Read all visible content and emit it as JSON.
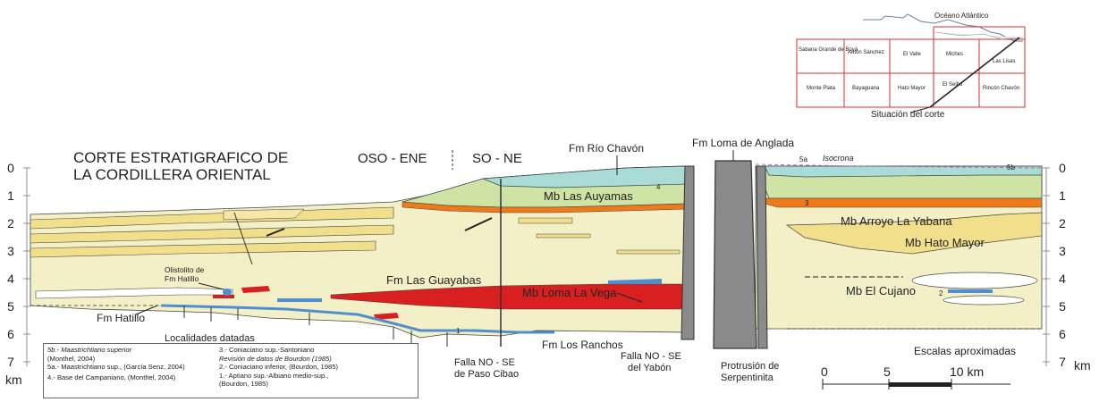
{
  "title_line1": "CORTE ESTRATIGRAFICO DE",
  "title_line2": "LA CORDILLERA ORIENTAL",
  "orientation_1": "OSO - ENE",
  "orientation_2": "SO - NE",
  "depth_ticks": [
    "0",
    "1",
    "2",
    "3",
    "4",
    "5",
    "6",
    "7"
  ],
  "depth_unit": "km",
  "formations": {
    "rio_chavon": "Fm Río Chavón",
    "loma_de_anglada": "Fm Loma de Anglada",
    "las_auyamas": "Mb Las Auyamas",
    "las_guayabas": "Fm Las Guayabas",
    "loma_la_vega": "Mb Loma La Vega",
    "hatillo": "Fm Hatillo",
    "los_ranchos": "Fm Los Ranchos",
    "arroyo_la_yabana": "Mb Arroyo La Yabana",
    "hato_mayor": "Mb Hato Mayor",
    "el_cujano": "Mb El Cujano",
    "olistolito_1": "Olistolito de",
    "olistolito_2": "Fm Hatillo",
    "isocrona": "Isocrona"
  },
  "faults": {
    "paso_cibao_1": "Falla NO - SE",
    "paso_cibao_2": "de Paso Cibao",
    "yabon_1": "Falla NO - SE",
    "yabon_2": "del Yabón",
    "protrusion_1": "Protrusión de",
    "protrusion_2": "Serpentinita"
  },
  "markers": [
    "5a",
    "5b",
    "4",
    "3",
    "2",
    "1"
  ],
  "legend": {
    "heading": "Localidades datadas",
    "left": [
      "5b.- Maastrichtiano superior",
      "(Monthel, 2004)",
      "5a.- Maastrichtiano sup., (García Senz, 2004)",
      "4.- Base del Campaniano, (Monthel, 2004)"
    ],
    "right": [
      "3.- Coniaciano sup.-Santoniano",
      "Revisión de datos de Bourdon (1985)",
      "2.- Coniaciano inferior, (Bourdon, 1985)",
      "1.- Aptiano sup.-Albiano medio-sup.,",
      "(Bourdon, 1985)"
    ]
  },
  "scale": {
    "labels": [
      "0",
      "5",
      "10 km"
    ],
    "note": "Escalas aproximadas"
  },
  "location_map": {
    "ocean": "Océano Atlántico",
    "cells_row1": [
      "Sabana Grande de Boyá",
      "Antón Sánchez",
      "El Valle",
      "Miches",
      "Las Lisas"
    ],
    "cells_row2": [
      "Monte Plata",
      "Bayaguana",
      "Hato Mayor",
      "El Seibo",
      "Rincón Chavón"
    ],
    "caption": "Situación del corte"
  },
  "colors": {
    "pale_yellow": "#f3f0c8",
    "yellow": "#f2df8c",
    "green": "#cfe3a4",
    "teal": "#a9dcd6",
    "orange": "#ee7a1a",
    "red": "#d92020",
    "blue": "#4f8fd0",
    "serpentinite": "#8a8a8a",
    "map_border": "#d03030"
  }
}
